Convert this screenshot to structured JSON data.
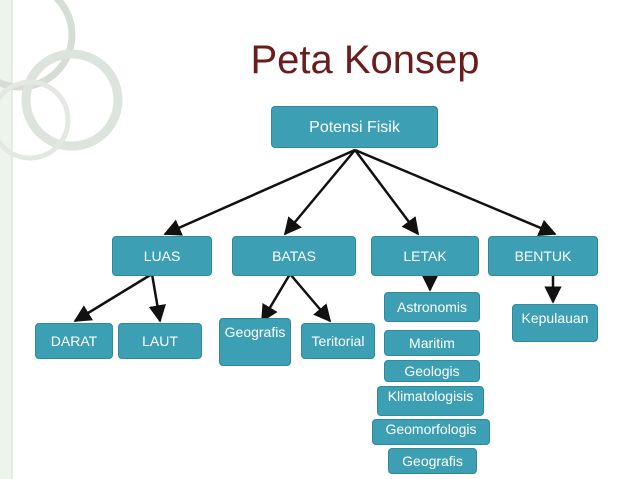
{
  "title": "Peta Konsep",
  "root": "Potensi Fisik",
  "level1": [
    "LUAS",
    "BATAS",
    "LETAK",
    "BENTUK"
  ],
  "luas_children": [
    "DARAT",
    "LAUT"
  ],
  "batas_children": [
    "Geografis",
    "Teritorial"
  ],
  "letak_children": [
    "Astronomis",
    "Maritim",
    "Geologis",
    "Klimatologisis",
    "Geomorfologis",
    "Geografis"
  ],
  "bentuk_children": [
    "Kepulauan"
  ],
  "colors": {
    "node_fill": "#3c9fb3",
    "title": "#6b1d1d",
    "arrow": "#111111"
  }
}
